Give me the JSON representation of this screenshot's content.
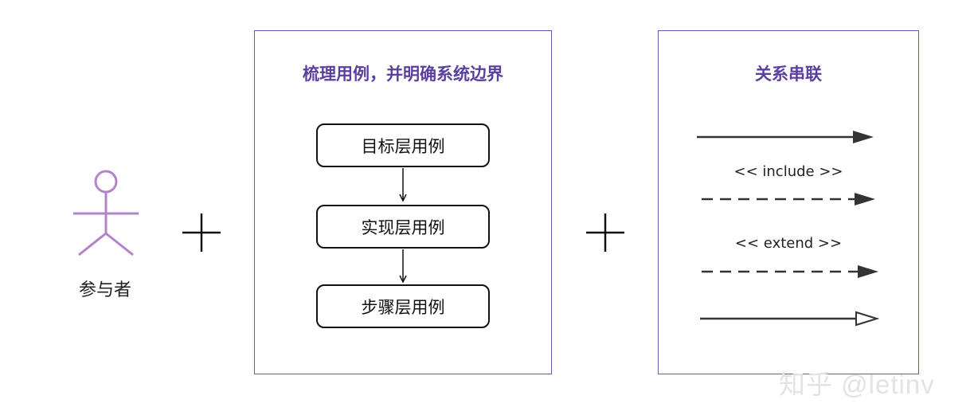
{
  "actor": {
    "label": "参与者",
    "icon": "stick-figure-actor-icon",
    "color": "#b184c9"
  },
  "operators": {
    "first": "+",
    "second": "+"
  },
  "use_case_panel": {
    "title": "梳理用例，并明确系统边界",
    "boxes": [
      "目标层用例",
      "实现层用例",
      "步骤层用例"
    ],
    "border_color": "#6b5aa8",
    "title_color": "#5b3fa0"
  },
  "relation_panel": {
    "title": "关系串联",
    "include_label": "<< include >>",
    "extend_label": "<< extend >>"
  },
  "watermark": "知乎 @letinv"
}
